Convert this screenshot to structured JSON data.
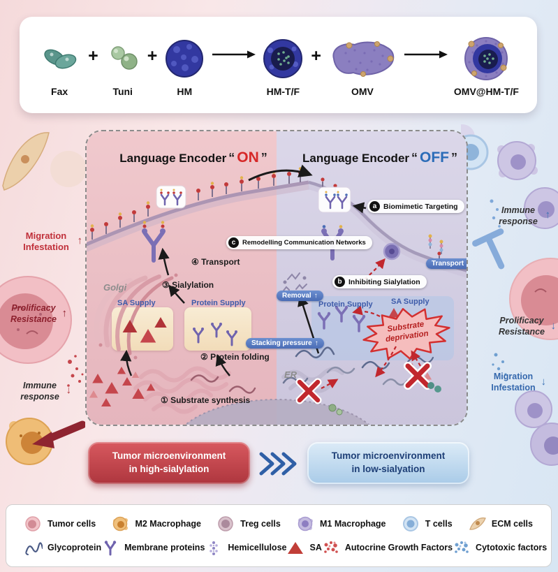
{
  "synthesis": {
    "plus": "+",
    "components": [
      "Fax",
      "Tuni",
      "HM",
      "HM-T/F",
      "OMV",
      "OMV@HM-T/F"
    ]
  },
  "encoder": {
    "title_on_prefix": "Language Encoder",
    "on": "ON",
    "title_off_prefix": "Language Encoder",
    "off": "OFF",
    "open_quote": "“",
    "close_quote": "”"
  },
  "pathway": {
    "step1": "① Substrate synthesis",
    "step2": "② Protein folding",
    "step3": "③ Sialylation",
    "step4": "④ Transport",
    "golgi": "Golgi",
    "er": "ER",
    "sa_supply": "SA Supply",
    "protein_supply": "Protein Supply"
  },
  "off_side": {
    "badge_a_letter": "a",
    "badge_a": "Biomimetic Targeting",
    "badge_b_letter": "b",
    "badge_b": "Inhibiting Sialylation",
    "badge_c_letter": "c",
    "badge_c": "Remodelling Communication Networks",
    "pill_transport": "Transport",
    "pill_transport_arrow": "↓",
    "pill_removal": "Removal",
    "pill_removal_arrow": "↑",
    "pill_stacking": "Stacking pressure",
    "pill_stacking_arrow": "↑",
    "protein_supply": "Protein Supply",
    "sa_supply": "SA Supply",
    "star_line1": "Substrate",
    "star_line2": "deprivation"
  },
  "left_margin": {
    "migration_line1": "Migration",
    "migration_line2": "Infestation",
    "migration_arrow": "↑",
    "prolificacy_line1": "Prolificacy",
    "prolificacy_line2": "Resistance",
    "prolificacy_arrow": "↑",
    "immune_line1": "Immune",
    "immune_line2": "response",
    "immune_arrow": "↓"
  },
  "right_margin": {
    "immune_line1": "Immune",
    "immune_line2": "response",
    "immune_arrow": "↑",
    "prolificacy_line1": "Prolificacy",
    "prolificacy_line2": "Resistance",
    "prolificacy_arrow": "↓",
    "migration_line1": "Migration",
    "migration_line2": "Infestation",
    "migration_arrow": "↓"
  },
  "banner": {
    "left_line1": "Tumor microenvironment",
    "left_line2": "in high-sialylation",
    "right_line1": "Tumor microenvironment",
    "right_line2": "in low-sialyation"
  },
  "legend": {
    "row1": [
      {
        "icon": "tumor-cell-icon",
        "label": "Tumor cells"
      },
      {
        "icon": "m2-macrophage-icon",
        "label": "M2 Macrophage"
      },
      {
        "icon": "treg-cell-icon",
        "label": "Treg cells"
      },
      {
        "icon": "m1-macrophage-icon",
        "label": "M1 Macrophage"
      },
      {
        "icon": "t-cell-icon",
        "label": "T cells"
      },
      {
        "icon": "ecm-cell-icon",
        "label": "ECM cells"
      }
    ],
    "row2": [
      {
        "icon": "glycoprotein-icon",
        "label": "Glycoprotein"
      },
      {
        "icon": "membrane-protein-icon",
        "label": "Membrane proteins"
      },
      {
        "icon": "hemicellulose-icon",
        "label": "Hemicellulose"
      },
      {
        "icon": "sa-triangle-icon",
        "label": "SA"
      },
      {
        "icon": "autocrine-growth-factors-icon",
        "label": "Autocrine Growth Factors"
      },
      {
        "icon": "cytotoxic-factors-icon",
        "label": "Cytotoxic factors"
      }
    ]
  },
  "colors": {
    "high_sialylation_red": "#b23a41",
    "low_sialylation_blue": "#2f6bb3",
    "hm_navy": "#3238a0",
    "omv_purple": "#8b7fc0"
  }
}
